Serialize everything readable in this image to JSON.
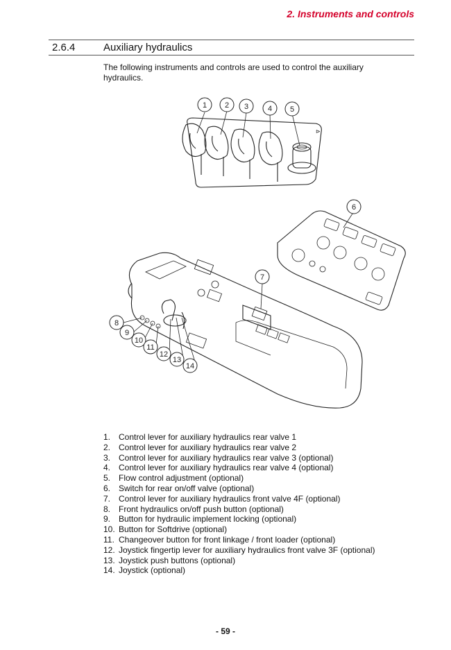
{
  "header": {
    "chapter": "2. Instruments and controls"
  },
  "section": {
    "number": "2.6.4",
    "title": "Auxiliary hydraulics"
  },
  "intro": "The following instruments and controls are used to control the auxiliary hydraulics.",
  "figure": {
    "callouts": [
      "1",
      "2",
      "3",
      "4",
      "5",
      "6",
      "7",
      "8",
      "9",
      "10",
      "11",
      "12",
      "13",
      "14"
    ]
  },
  "legend": [
    {
      "num": "1.",
      "text": "Control lever for auxiliary hydraulics rear valve 1"
    },
    {
      "num": "2.",
      "text": "Control lever for auxiliary hydraulics rear valve 2"
    },
    {
      "num": "3.",
      "text": "Control lever for auxiliary hydraulics rear valve 3 (optional)"
    },
    {
      "num": "4.",
      "text": "Control lever for auxiliary hydraulics rear valve 4 (optional)"
    },
    {
      "num": "5.",
      "text": "Flow control adjustment (optional)"
    },
    {
      "num": "6.",
      "text": "Switch for rear on/off valve (optional)"
    },
    {
      "num": "7.",
      "text": "Control lever for auxiliary hydraulics front valve 4F (optional)"
    },
    {
      "num": "8.",
      "text": "Front hydraulics on/off push button (optional)"
    },
    {
      "num": "9.",
      "text": "Button for hydraulic implement locking (optional)"
    },
    {
      "num": "10.",
      "text": "Button for Softdrive (optional)"
    },
    {
      "num": "11.",
      "text": "Changeover button for front linkage / front loader (optional)"
    },
    {
      "num": "12.",
      "text": "Joystick fingertip lever for auxiliary hydraulics front valve 3F (optional)"
    },
    {
      "num": "13.",
      "text": "Joystick push buttons (optional)"
    },
    {
      "num": "14.",
      "text": "Joystick (optional)"
    }
  ],
  "footer": {
    "page": "- 59 -"
  }
}
